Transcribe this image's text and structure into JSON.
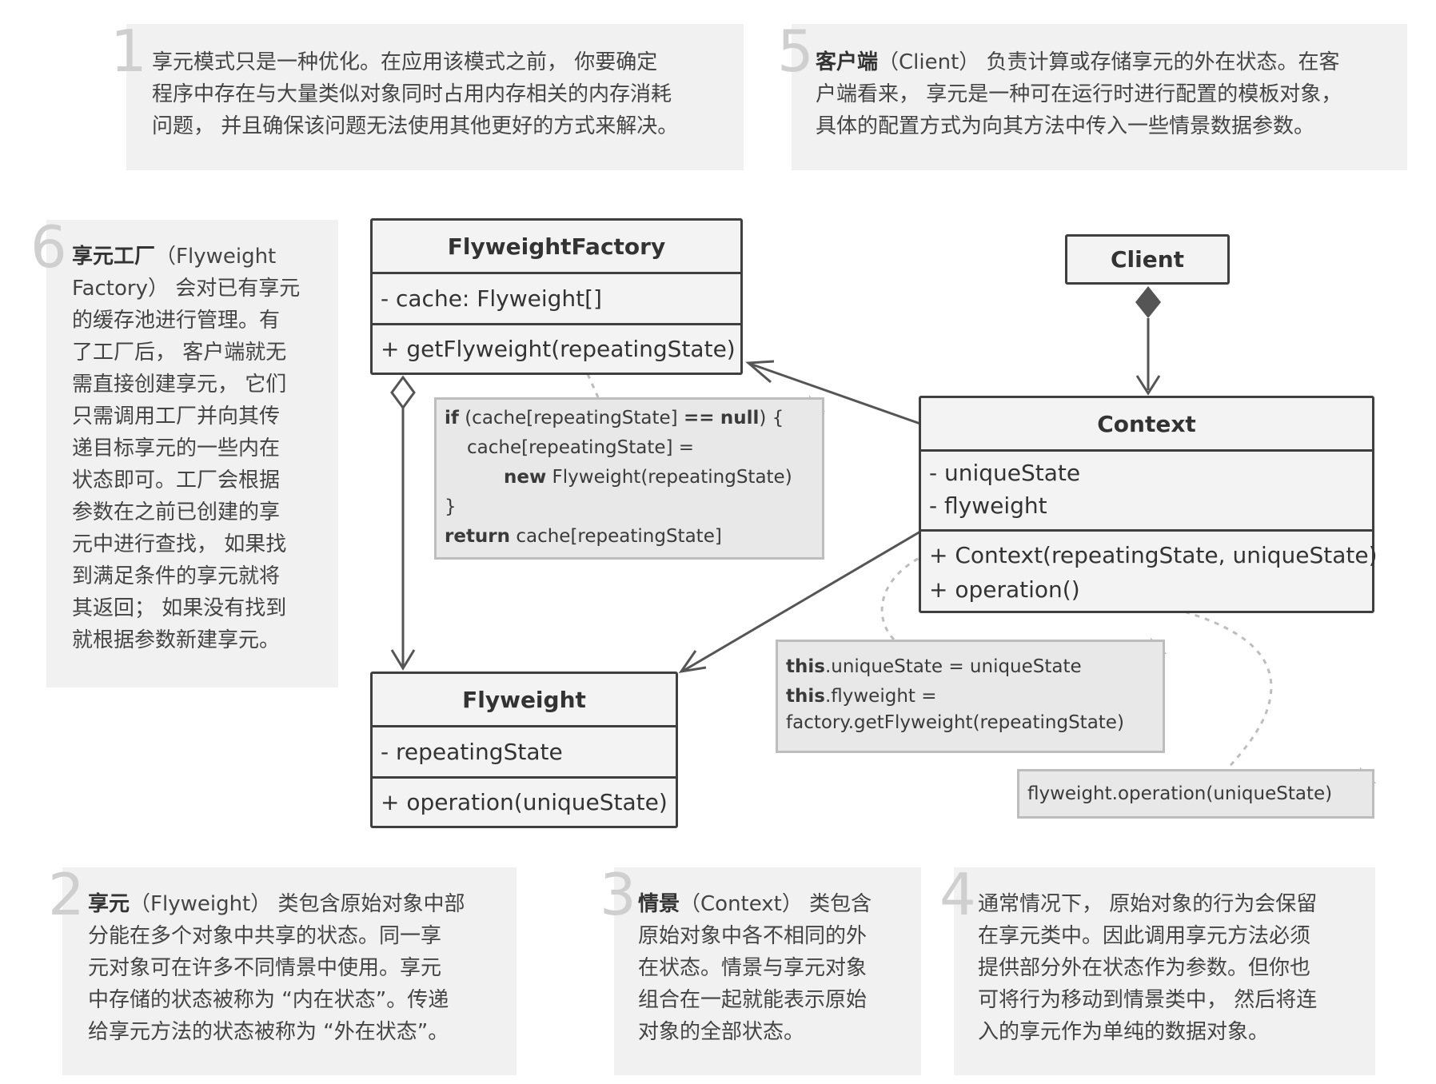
{
  "notes": {
    "n1": {
      "num": "1",
      "lines": [
        "享元模式只是一种优化。在应用该模式之前， 你要确定",
        "程序中存在与大量类似对象同时占用内存相关的内存消耗",
        "问题， 并且确保该问题无法使用其他更好的方式来解决。"
      ]
    },
    "n5": {
      "num": "5",
      "bold": "客户端",
      "lines_after_bold": "（Client） 负责计算或存储享元的外在状态。在客",
      "lines": [
        "户端看来， 享元是一种可在运行时进行配置的模板对象，",
        "具体的配置方式为向其方法中传入一些情景数据参数。"
      ]
    },
    "n6": {
      "num": "6",
      "bold": "享元工厂",
      "after_bold": "（Flyweight",
      "lines": [
        "Factory） 会对已有享元",
        "的缓存池进行管理。有",
        "了工厂后， 客户端就无",
        "需直接创建享元， 它们",
        "只需调用工厂并向其传",
        "递目标享元的一些内在",
        "状态即可。工厂会根据",
        "参数在之前已创建的享",
        "元中进行查找， 如果找",
        "到满足条件的享元就将",
        "其返回； 如果没有找到",
        "就根据参数新建享元。"
      ]
    },
    "n2": {
      "num": "2",
      "bold": "享元",
      "after_bold": "（Flyweight） 类包含原始对象中部",
      "lines": [
        "分能在多个对象中共享的状态。同一享",
        "元对象可在许多不同情景中使用。享元",
        "中存储的状态被称为 “内在状态”。传递",
        "给享元方法的状态被称为 “外在状态”。"
      ]
    },
    "n3": {
      "num": "3",
      "bold": "情景",
      "after_bold": "（Context） 类包含",
      "lines": [
        "原始对象中各不相同的外",
        "在状态。情景与享元对象",
        "组合在一起就能表示原始",
        "对象的全部状态。"
      ]
    },
    "n4": {
      "num": "4",
      "lines": [
        "通常情况下， 原始对象的行为会保留",
        "在享元类中。因此调用享元方法必须",
        "提供部分外在状态作为参数。但你也",
        "可将行为移动到情景类中， 然后将连",
        "入的享元作为单纯的数据对象。"
      ]
    }
  },
  "classes": {
    "factory": {
      "name": "FlyweightFactory",
      "field": "- cache: Flyweight[]",
      "method": "+ getFlyweight(repeatingState)"
    },
    "client": {
      "name": "Client"
    },
    "context": {
      "name": "Context",
      "field1": "- uniqueState",
      "field2": "- flyweight",
      "method1": "+ Context(repeatingState, uniqueState)",
      "method2": "+ operation()"
    },
    "flyweight": {
      "name": "Flyweight",
      "field": "- repeatingState",
      "method": "+ operation(uniqueState)"
    }
  },
  "code_notes": {
    "factory_code": {
      "l1_kw1": "if",
      "l1_a": " (cache[repeatingState] ",
      "l1_kw2": "==",
      "l1_b": " ",
      "l1_kw3": "null",
      "l1_c": ") {",
      "l2": "cache[repeatingState] =",
      "l3_kw": "new",
      "l3": " Flyweight(repeatingState)",
      "l4": "}",
      "l5_kw": "return",
      "l5": " cache[repeatingState]"
    },
    "context_code": {
      "l1_kw": "this",
      "l1": ".uniqueState = uniqueState",
      "l2_kw": "this",
      "l2": ".flyweight =",
      "l3": "factory.getFlyweight(repeatingState)"
    },
    "operation_code": {
      "l1": "flyweight.operation(uniqueState)"
    }
  }
}
